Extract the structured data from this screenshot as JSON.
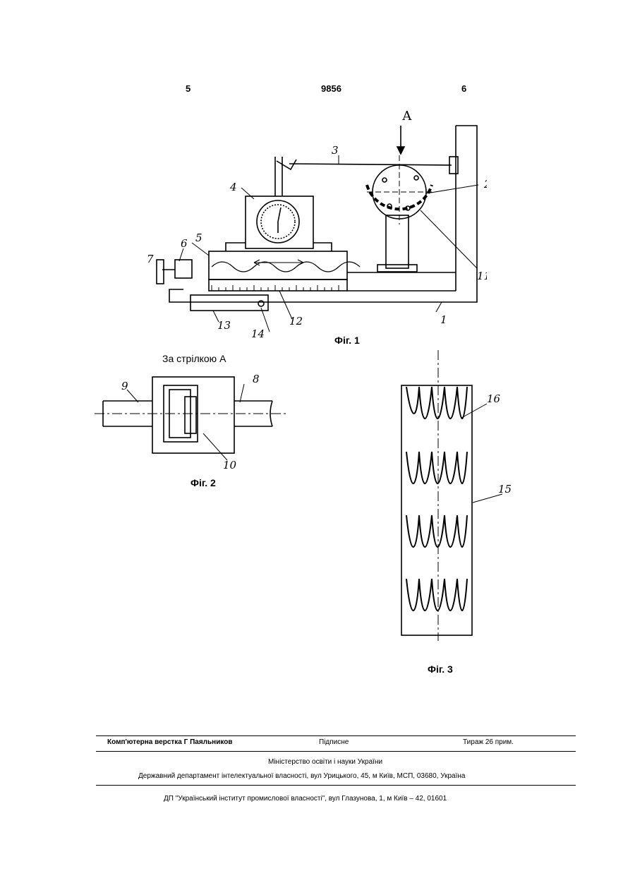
{
  "header": {
    "left_page": "5",
    "patent_number": "9856",
    "right_page": "6"
  },
  "figures": {
    "fig1": {
      "caption": "Фіг. 1",
      "arrow_label": "А",
      "part_labels": [
        "1",
        "2",
        "3",
        "4",
        "5",
        "6",
        "7",
        "11",
        "12",
        "13",
        "14"
      ]
    },
    "fig2": {
      "title": "За стрілкою А",
      "caption": "Фіг. 2",
      "part_labels": [
        "8",
        "9",
        "10"
      ]
    },
    "fig3": {
      "caption": "Фіг. 3",
      "part_labels": [
        "15",
        "16"
      ]
    }
  },
  "imprint": {
    "typesetting": "Комп'ютерна верстка Г  Паяльников",
    "signed": "Підписне",
    "circulation": "Тираж 26 прим.",
    "ministry": "Міністерство освіти і науки України",
    "department": "Державний департамент інтелектуальної власності, вул  Урицького, 45, м  Київ, МСП, 03680, Україна",
    "institute": "ДП \"Український інститут промислової власності\", вул  Глазунова, 1, м  Київ – 42, 01601"
  }
}
